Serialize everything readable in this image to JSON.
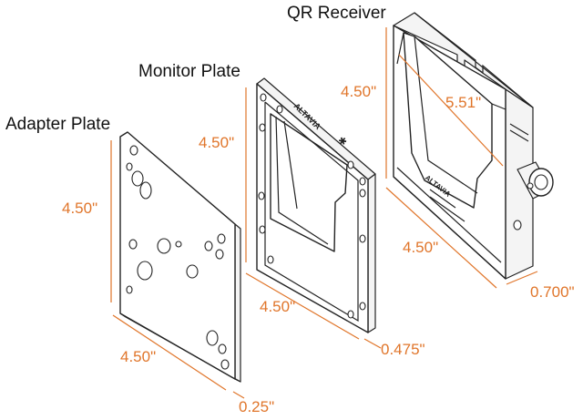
{
  "colors": {
    "dimension": "#e0752a",
    "outline": "#222222"
  },
  "labels": {
    "qr_receiver": "QR Receiver",
    "monitor_plate": "Monitor Plate",
    "adapter_plate": "Adapter Plate"
  },
  "dimensions": {
    "adapter_height": "4.50\"",
    "adapter_width": "4.50\"",
    "adapter_thickness": "0.25\"",
    "monitor_height": "4.50\"",
    "monitor_width": "4.50\"",
    "monitor_thickness": "0.475\"",
    "receiver_height": "4.50\"",
    "receiver_diagonal": "5.51\"",
    "receiver_width": "4.50\"",
    "receiver_thickness": "0.700\""
  },
  "engravings": {
    "monitor_brand": "ALTAVIA",
    "receiver_brand": "ALTAVIA"
  }
}
